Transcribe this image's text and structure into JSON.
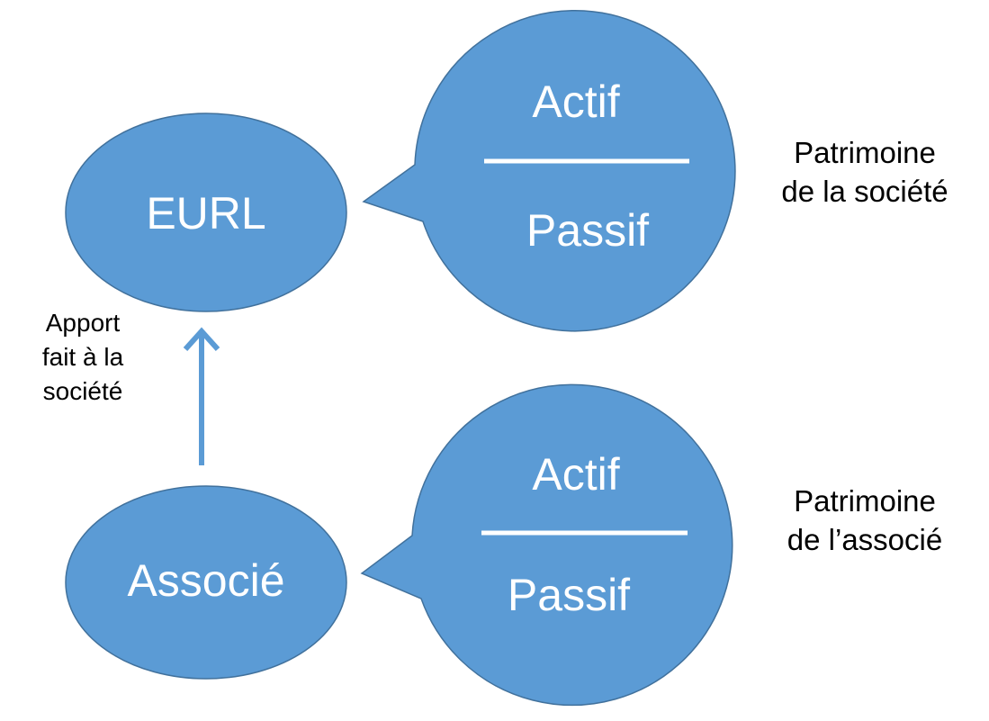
{
  "colors": {
    "shape_fill": "#5b9bd5",
    "shape_stroke": "#41719c",
    "arrow": "#5b9bd5",
    "text_on_shape": "#ffffff",
    "label_text": "#000000"
  },
  "top": {
    "entity": "EURL",
    "balloon": {
      "top": "Actif",
      "bottom": "Passif"
    },
    "caption": {
      "line1": "Patrimoine",
      "line2": "de la société"
    }
  },
  "bottom": {
    "entity": "Associé",
    "balloon": {
      "top": "Actif",
      "bottom": "Passif"
    },
    "caption": {
      "line1": "Patrimoine",
      "line2": "de l’associé"
    }
  },
  "arrow_label": {
    "line1": "Apport",
    "line2": "fait à la",
    "line3": "société"
  }
}
